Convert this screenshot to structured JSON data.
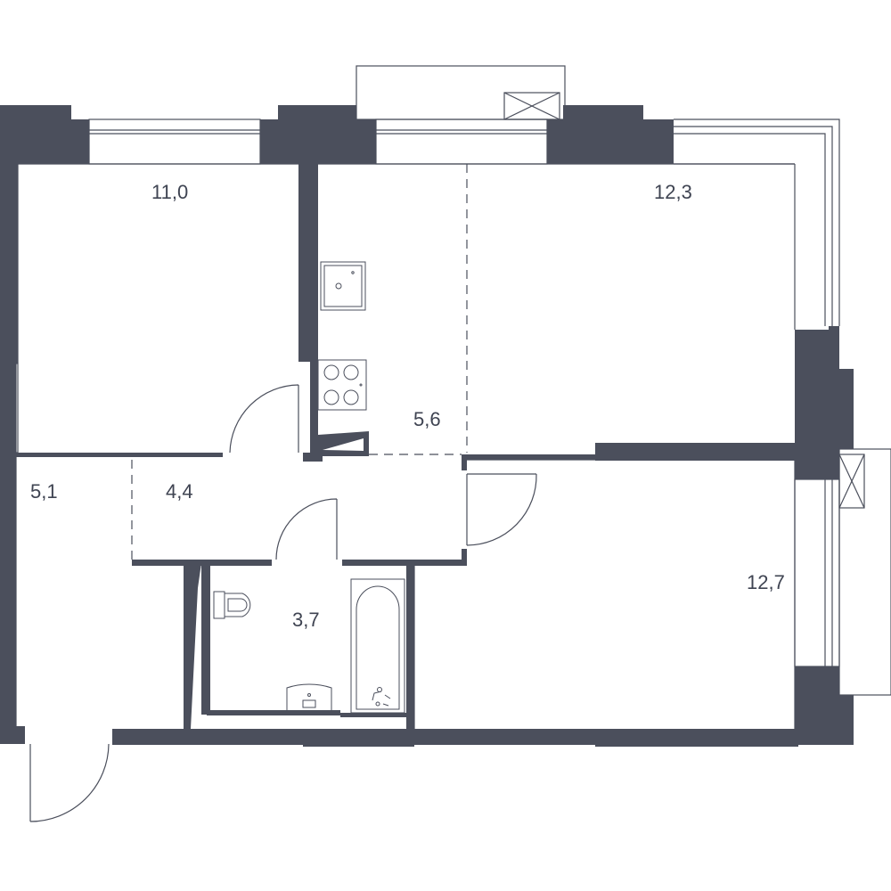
{
  "colors": {
    "wall": "#4b4f5c",
    "line": "#4b4f5c",
    "background": "#ffffff"
  },
  "rooms": [
    {
      "id": "bedroom-left",
      "area": "11,0"
    },
    {
      "id": "kitchen",
      "area": "5,6"
    },
    {
      "id": "living-room",
      "area": "12,3"
    },
    {
      "id": "entrance",
      "area": "5,1"
    },
    {
      "id": "hallway",
      "area": "4,4"
    },
    {
      "id": "bathroom",
      "area": "3,7"
    },
    {
      "id": "bedroom-right",
      "area": "12,7"
    }
  ],
  "fixtures": [
    "sink-icon",
    "stove-icon",
    "toilet-icon",
    "washbasin-icon",
    "bathtub-icon",
    "ventilation-shaft-icon"
  ]
}
